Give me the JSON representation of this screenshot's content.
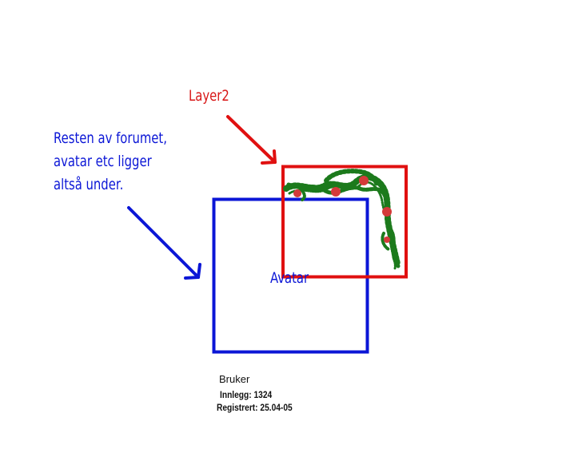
{
  "labels": {
    "layer2": "Layer2",
    "note_lines": [
      "Resten av forumet,",
      "avatar etc ligger",
      "altså under."
    ],
    "avatar": "Avatar"
  },
  "user_info": {
    "name": "Bruker",
    "posts": "Innlegg: 1324",
    "registered": "Registrert: 25.04-05"
  },
  "colors": {
    "blue": "#0b16d6",
    "red": "#e01010",
    "green": "#1c7a1c",
    "rose": "#d43a3a"
  },
  "icons": {
    "decoration": "flower-garland-icon"
  }
}
